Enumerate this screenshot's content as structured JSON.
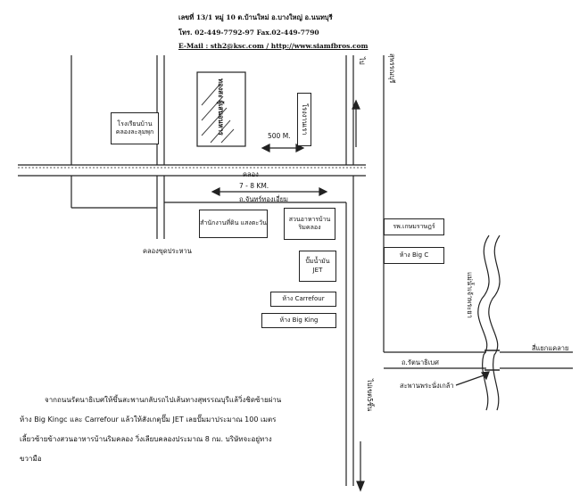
{
  "header": {
    "address": "เลขที่ 13/1 หมู่ 10 ต.บ้านใหม่ อ.บางใหญ่ อ.นนทบุรี",
    "phone": "โทร. 02-449-7792-97   Fax.02-449-7790",
    "email_web": "E-Mail : sth2@ksc.com / http://www.siamfbros.com"
  },
  "map": {
    "school_label": "โรงเรียนบ้าน คลองละลุมพุก",
    "hatched_building_label": "ทองสะ ผู้เสนอนหาร",
    "factory_label": "โรงงานเรา",
    "distance_500m": "500 M.",
    "canal_label": "คลอง",
    "distance_7_8km": "7 - 8 KM.",
    "road_main": "ถ.จันทร์ทองเอี่ยม",
    "office_label": "สำนักงานที่ดิน แสงตะวัน",
    "restaurant_label": "สวนอาหารบ้าน ริมคลอง",
    "gas_station_label": "ปั๊มน้ำมัน JET",
    "carrefour_label": "ห้าง Carrefour",
    "bigking_label": "ห้าง Big King",
    "canal_bottom_label": "คลองขุดประหาน",
    "road_right_top": "สุพรรณบุรี",
    "road_right_top2": "ไป",
    "hospital_label": "รพ.เกษมราษฎร์",
    "bigc_label": "ห้าง Big C",
    "river_label": "แม่น้ำเจ้าพระยา",
    "road_rattanathibet": "ถ.รัตนาธิเบศ",
    "intersection_label": "สี่แยกแคลาย",
    "bridge_label": "สะพานพระนั่งเกล้า",
    "road_down_label": "ไปเขต5ชิ้น"
  },
  "directions": {
    "line1": "จากถนนรัตนาธิเบศให้ขึ้นสะพานกลับรถไปเส้นทางสุพรรณบุรีแล้วิ่งชิดซ้ายผ่าน",
    "line2": "ห้าง Big Kingc และ Carrefour  แล้วให้สังเกตุปั๊ม JET  เลยปั๊มมาประมาณ 100 เมตร",
    "line3": "เลี้ยวซ้ายข้างสวนอาหารบ้านริมคลอง วิ่งเลียบคลองประมาณ 8 กม. บริษัทจะอยู่ทาง",
    "line4": "ขวามือ"
  }
}
